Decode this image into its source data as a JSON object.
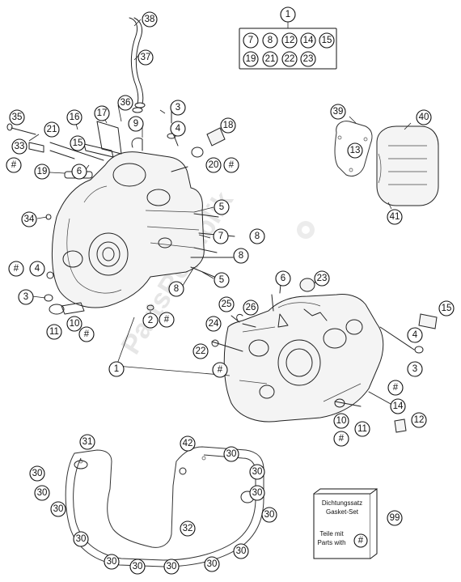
{
  "watermark": "PartsRepublik",
  "group": {
    "label": "1",
    "items": [
      "7",
      "8",
      "12",
      "14",
      "15",
      "19",
      "21",
      "22",
      "23"
    ]
  },
  "callouts": {
    "c35": "35",
    "c21": "21",
    "c33": "33",
    "c16": "16",
    "c17": "17",
    "c36": "36",
    "c9": "9",
    "c3a": "3",
    "c4a": "4",
    "c18": "18",
    "c20": "20",
    "c15a": "15",
    "c6": "6",
    "c19": "19",
    "c34": "34",
    "c5a": "5",
    "c7": "7",
    "c8a": "8",
    "c8b": "8",
    "c8c": "8",
    "c5b": "5",
    "c4b": "4",
    "c3b": "3",
    "c2": "2",
    "c11a": "11",
    "c10a": "10",
    "c38": "38",
    "c37": "37",
    "c39": "39",
    "c40": "40",
    "c13": "13",
    "c41": "41",
    "c6b": "6",
    "c23": "23",
    "c25": "25",
    "c26": "26",
    "c24": "24",
    "c22": "22",
    "c1": "1",
    "c15b": "15",
    "c4c": "4",
    "c3c": "3",
    "c14": "14",
    "c10b": "10",
    "c11b": "11",
    "c12": "12",
    "c31": "31",
    "c42": "42",
    "c30a": "30",
    "c30b": "30",
    "c30c": "30",
    "c30d": "30",
    "c30e": "30",
    "c30f": "30",
    "c30g": "30",
    "c30h": "30",
    "c30i": "30",
    "c30j": "30",
    "c30k": "30",
    "c30l": "30",
    "c30m": "30",
    "c30n": "30",
    "c32": "32",
    "c99": "99"
  },
  "hash_symbol": "#",
  "gasket_kit": {
    "line1": "Dichtungssatz",
    "line2": "Gasket-Set",
    "line3": "Teile mit",
    "line4": "Parts with"
  }
}
